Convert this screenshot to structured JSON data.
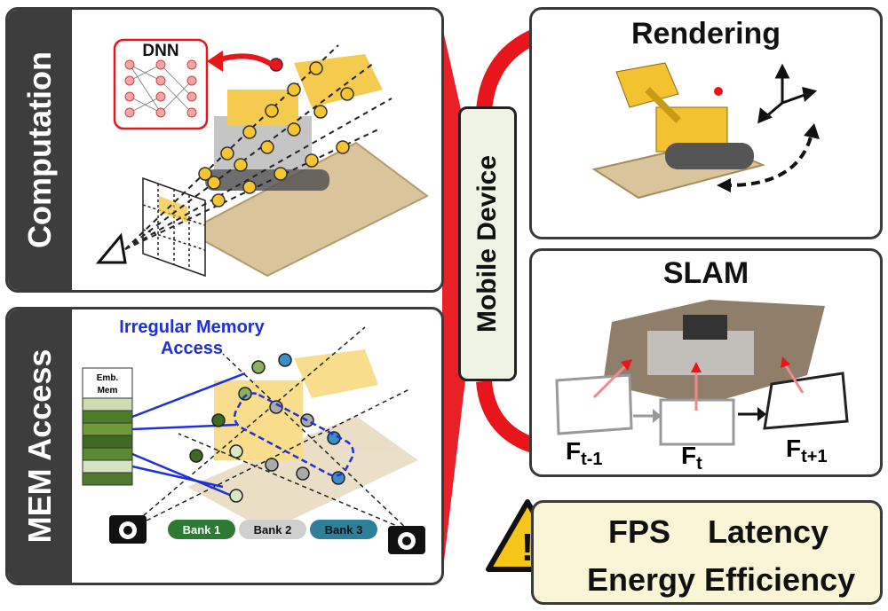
{
  "panels": {
    "computation": {
      "label": "Computation",
      "dnn_label": "DNN"
    },
    "mem_access": {
      "label": "MEM Access",
      "irregular": [
        "Irregular Memory",
        "Access"
      ],
      "emb_label": [
        "Emb.",
        "Mem"
      ],
      "banks": [
        "Bank 1",
        "Bank 2",
        "Bank 3"
      ]
    },
    "rendering": {
      "title": "Rendering"
    },
    "slam": {
      "title": "SLAM",
      "frames": {
        "prev_base": "F",
        "prev_sub": "t-1",
        "cur_base": "F",
        "cur_sub": "t",
        "next_base": "F",
        "next_sub": "t+1"
      }
    }
  },
  "center": {
    "label": "Mobile Device"
  },
  "metrics": {
    "warning_symbol": "!",
    "items": [
      "FPS",
      "Latency",
      "Energy Efficiency"
    ]
  },
  "colors": {
    "red": "#e8151b",
    "panel_dark": "#3d3d3d",
    "node_yellow": "#f7c530",
    "blue": "#2030d8",
    "bank1": "#2d7a34",
    "bank2": "#cfcfcf",
    "bank3": "#2f7f9a",
    "warning": "#f5c518",
    "metrics_bg": "#fbf5d8"
  }
}
